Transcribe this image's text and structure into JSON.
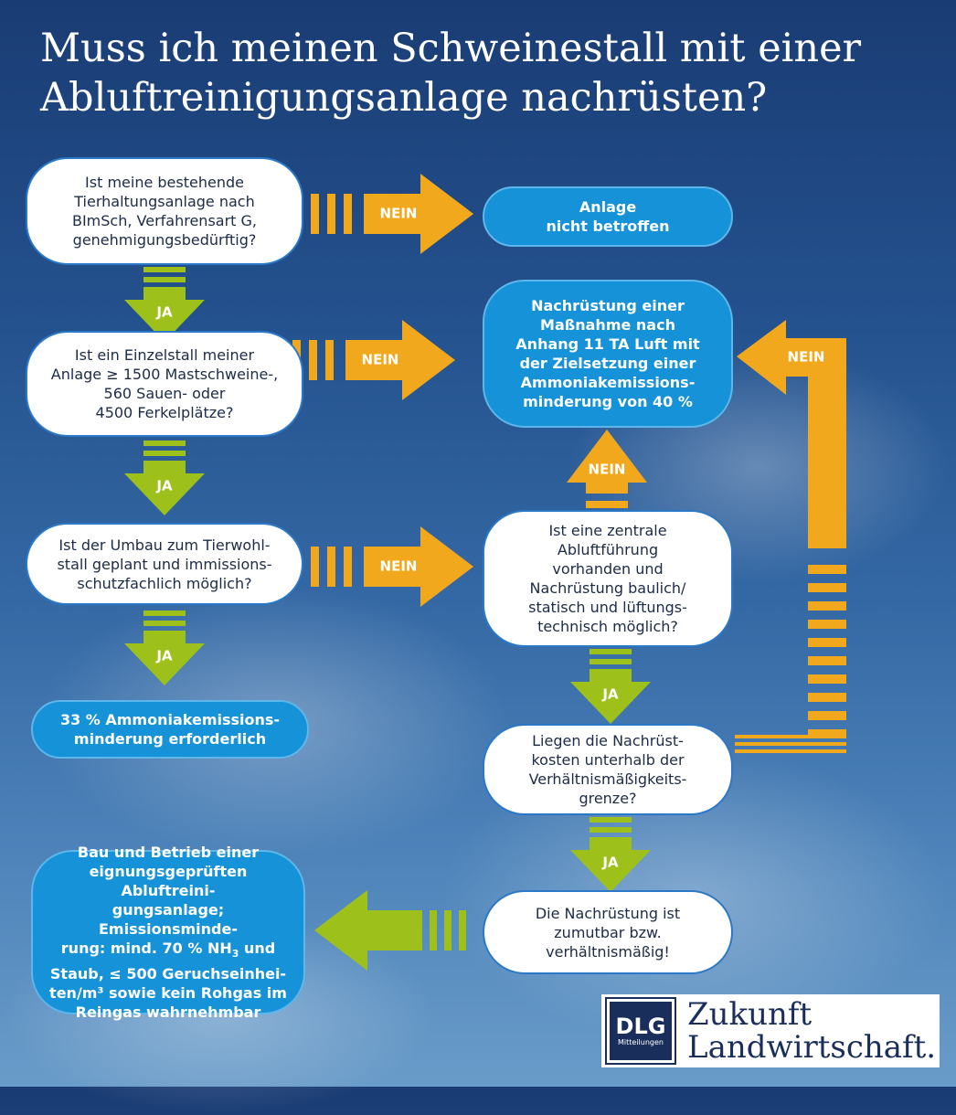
{
  "title_line1": "Muss ich meinen Schweinestall mit einer",
  "title_line2": "Abluftreinigungsanlage nachrüsten?",
  "boxes": {
    "q1": [
      "Ist meine bestehende",
      "Tierhaltungsanlage nach",
      "BImSch, Verfahrensart G,",
      "genehmigungsbedürftig?"
    ],
    "q2": [
      "Ist ein Einzelstall meiner",
      "Anlage ≥ 1500 Mastschweine-,",
      "560 Sauen- oder",
      "4500 Ferkelplätze?"
    ],
    "q3": [
      "Ist der Umbau zum Tierwohl-",
      "stall geplant und immissions-",
      "schutzfachlich möglich?"
    ],
    "r1": [
      "33 % Ammoniakemissions-",
      "minderung erforderlich"
    ],
    "r2": [
      "Anlage",
      "nicht betroffen"
    ],
    "r3": [
      "Nachrüstung einer",
      "Maßnahme nach",
      "Anhang 11 TA Luft mit",
      "der Zielsetzung einer",
      "Ammoniakemissions-",
      "minderung von 40 %"
    ],
    "q4": [
      "Ist eine zentrale",
      "Abluftführung",
      "vorhanden und",
      "Nachrüstung baulich/",
      "statisch und lüftungs-",
      "technisch möglich?"
    ],
    "q5": [
      "Liegen die Nachrüst-",
      "kosten unterhalb der",
      "Verhältnismäßigkeits-",
      "grenze?"
    ],
    "q6": [
      "Die Nachrüstung ist",
      "zumutbar bzw.",
      "verhältnismäßig!"
    ],
    "r4": {
      "line1": "Bau und Betrieb einer",
      "line2": "eignungsgeprüften Abluftreini-",
      "line3": "gungsanlage; Emissionsminde-",
      "line4_pre": "rung: mind. 70 % NH",
      "line4_sub": "3",
      "line4_post": " und",
      "line5": "Staub, ≤ 500 Geruchseinhei-",
      "line6": "ten/m³ sowie kein Rohgas im",
      "line7": "Reingas wahrnehmbar"
    }
  },
  "arrow_labels": {
    "no": "NEIN",
    "yes": "JA"
  },
  "logo": {
    "mark": "DLG",
    "mark_sub": "Mitteilungen",
    "line1": "Zukunft",
    "line2": "Landwirtschaft."
  },
  "colors": {
    "no_arrow": "#f2a81d",
    "yes_arrow": "#9dc11a",
    "question_box": "#ffffff",
    "result_box": "#1592d8",
    "sky_dark": "#1a3c74",
    "sky_light": "#6a9cc9"
  }
}
